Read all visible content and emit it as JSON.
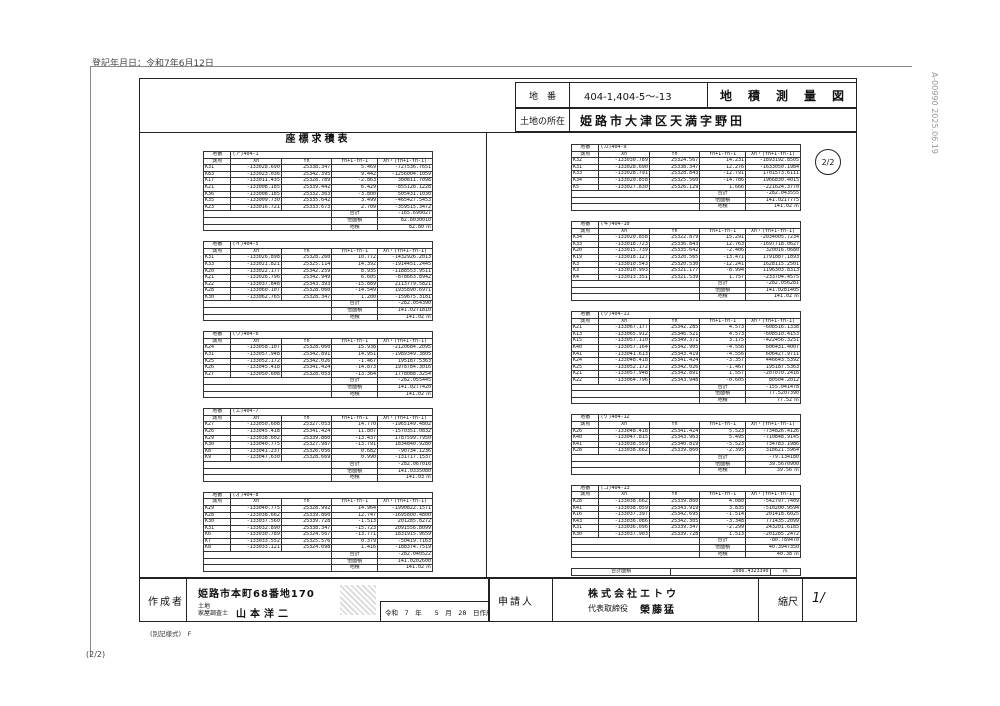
{
  "registration_date": "登記年月日：令和7年6月12日",
  "page_footer": "(2/2)",
  "side_stamp": "A-00990 2025.06.19",
  "header": {
    "chiban_label": "地　番",
    "chiban_value": "404-1,404-5〜-13",
    "title": "地　積　測　量　図",
    "location_label": "土地の所在",
    "location_value": "姫路市大津区天満字野田"
  },
  "page_circle": "2/2",
  "left_title": "座標求積表",
  "col_headers": [
    "測点",
    "Xn",
    "Yn",
    "Yn+1-Yn-1",
    "Xn・(Yn+1-Yn-1)"
  ],
  "label_sokuten": "測点",
  "label_chiban": "地番",
  "label_gokei": "合計",
  "label_baimen": "倍面積",
  "label_menseki": "地積",
  "label_gokei_menseki": "合計面積",
  "blocks_left": [
    {
      "name": "(ア)404-1",
      "rows": [
        [
          "K31",
          "-133028.690",
          "25338.347",
          "5.469",
          "-727536.7651"
        ],
        [
          "K83",
          "-133023.036",
          "25342.395",
          "9.442",
          "-1256004.1059"
        ],
        [
          "K17",
          "-133011.435",
          "25328.789",
          "-2.863",
          "380811.7098"
        ],
        [
          "K21",
          "-133008.185",
          "25339.442",
          "6.429",
          "-855128.1228"
        ],
        [
          "K36",
          "-133008.185",
          "25332.363",
          "-3.800",
          "505431.1030"
        ],
        [
          "K35",
          "-133009.730",
          "25335.642",
          "3.499",
          "-465427.5453"
        ],
        [
          "K23",
          "-133016.721",
          "25333.673",
          "2.709",
          "-359515.3472"
        ]
      ],
      "sum": "-165.690027",
      "dbl": "82.8030010",
      "area": "82.80"
    },
    {
      "name": "(イ)404-5",
      "rows": [
        [
          "K31",
          "-133026.898",
          "25328.260",
          "10.772",
          "-1432926.2013"
        ],
        [
          "K33",
          "-133021.821",
          "25325.114",
          "14.392",
          "-1914451.2445"
        ],
        [
          "K20",
          "-133022.177",
          "25342.259",
          "8.935",
          "-1188553.9511"
        ],
        [
          "K21",
          "-133026.796",
          "25342.949",
          "6.605",
          "-878663.8942"
        ],
        [
          "K22",
          "-133037.848",
          "25343.393",
          "-15.889",
          "2113779.5821"
        ],
        [
          "K28",
          "-133060.107",
          "25328.060",
          "-14.549",
          "1935890.6971"
        ],
        [
          "K30",
          "-133062.765",
          "25328.347",
          "1.200",
          "-159675.3181"
        ]
      ],
      "sum": "-282.054390",
      "dbl": "141.0271810",
      "area": "141.02"
    },
    {
      "name": "(ウ)404-6",
      "rows": [
        [
          "K24",
          "-133058.107",
          "25328.060",
          "15.938",
          "-2120684.2095"
        ],
        [
          "K31",
          "-133057.948",
          "25342.891",
          "14.951",
          "-1989349.3805"
        ],
        [
          "K25",
          "-133052.172",
          "25342.026",
          "-1.467",
          "195187.5363"
        ],
        [
          "K26",
          "-133045.418",
          "25341.424",
          "-14.873",
          "1978784.3016"
        ],
        [
          "K27",
          "-133050.608",
          "25328.053",
          "-13.364",
          "1778088.3254"
        ]
      ],
      "sum": "-282.055445",
      "dbl": "141.0277420",
      "area": "141.02"
    },
    {
      "name": "(エ)404-7",
      "rows": [
        [
          "K27",
          "-133050.608",
          "25327.053",
          "14.770",
          "-1965149.4802"
        ],
        [
          "K26",
          "-133045.418",
          "25341.424",
          "11.807",
          "-1570351.0832"
        ],
        [
          "K29",
          "-133038.602",
          "25339.860",
          "-13.437",
          "1787599.7950"
        ],
        [
          "K30",
          "-133040.775",
          "25327.987",
          "-13.791",
          "1834840.9280"
        ],
        [
          "K8",
          "-133041.237",
          "25326.056",
          "0.682",
          "-90734.1236"
        ],
        [
          "K9",
          "-133047.630",
          "25328.669",
          "0.990",
          "-131717.1537"
        ]
      ],
      "sum": "-282.067016",
      "dbl": "141.0335080",
      "area": "141.03"
    },
    {
      "name": "(オ)404-8",
      "rows": [
        [
          "K29",
          "-133040.775",
          "25328.992",
          "14.964",
          "-1990822.1571"
        ],
        [
          "K28",
          "-133038.662",
          "25339.860",
          "12.747",
          "-1695800.4800"
        ],
        [
          "K30",
          "-133037.560",
          "25339.728",
          "-1.513",
          "201285.8272"
        ],
        [
          "K31",
          "-133032.890",
          "25338.347",
          "-15.723",
          "2091556.8099"
        ],
        [
          "K6",
          "-133030.789",
          "25324.567",
          "-13.771",
          "1831915.9659"
        ],
        [
          "K7",
          "-133033.552",
          "25325.576",
          "0.379",
          "-50419.7163"
        ],
        [
          "K8",
          "-133033.121",
          "25324.098",
          "1.416",
          "-188374.7519"
        ]
      ],
      "sum": "-282.040522",
      "dbl": "141.0202600",
      "area": "141.02"
    }
  ],
  "blocks_right": [
    {
      "name": "(カ)404-9",
      "rows": [
        [
          "K32",
          "-133030.789",
          "25324.567",
          "14.231",
          "-1893192.8505"
        ],
        [
          "K31",
          "-133028.690",
          "25338.347",
          "12.276",
          "-1633050.1984"
        ],
        [
          "K33",
          "-133028.791",
          "25328.843",
          "-12.791",
          "1701573.6111"
        ],
        [
          "K34",
          "-133020.858",
          "25325.560",
          "-14.786",
          "1966830.4015"
        ],
        [
          "K5",
          "-133027.830",
          "25326.129",
          "1.666",
          "-221624.3770"
        ]
      ],
      "sum": "-282.043555",
      "dbl": "141.0217775",
      "area": "141.02"
    },
    {
      "name": "(キ)404-10",
      "rows": [
        [
          "K34",
          "-133020.858",
          "25322.879",
          "15.291",
          "-2034005.7234"
        ],
        [
          "K33",
          "-133018.723",
          "25336.843",
          "12.763",
          "-1697718.0627"
        ],
        [
          "K20",
          "-133015.739",
          "25335.642",
          "-2.406",
          "320016.0680"
        ],
        [
          "K19",
          "-133018.127",
          "25320.565",
          "-13.471",
          "1791887.1893"
        ],
        [
          "K3",
          "-133010.543",
          "25320.530",
          "-12.241",
          "1628115.2501"
        ],
        [
          "K3",
          "-133010.993",
          "25321.177",
          "-8.994",
          "1196303.8313"
        ],
        [
          "K4",
          "-133013.351",
          "25321.539",
          "1.757",
          "-233704.4575"
        ]
      ],
      "sum": "-282.056281",
      "dbl": "141.0281405",
      "area": "141.02"
    },
    {
      "name": "(ク)404-11",
      "rows": [
        [
          "K21",
          "-133067.177",
          "25342.285",
          "4.573",
          "-608516.1338"
        ],
        [
          "K13",
          "-133065.912",
          "25346.521",
          "4.573",
          "-608510.4153"
        ],
        [
          "K15",
          "-133057.110",
          "25349.371",
          "3.175",
          "-422456.3251"
        ],
        [
          "K40",
          "-133057.164",
          "25342.905",
          "-4.556",
          "606431.4007"
        ],
        [
          "K41",
          "-133041.613",
          "25343.419",
          "-4.556",
          "606427.9711"
        ],
        [
          "K24",
          "-133048.418",
          "25341.424",
          "-3.357",
          "446643.5392"
        ],
        [
          "K25",
          "-133052.172",
          "25342.026",
          "-1.467",
          "195187.5363"
        ],
        [
          "K21",
          "-133057.948",
          "25342.891",
          "1.557",
          "-207070.2416"
        ],
        [
          "K22",
          "-133064.796",
          "25343.948",
          "-0.605",
          "80504.2012"
        ]
      ],
      "sum": "-155.041478",
      "dbl": "77.5207390",
      "area": "77.52"
    },
    {
      "name": "(ケ)404-12",
      "rows": [
        [
          "K26",
          "-133048.418",
          "25341.424",
          "5.523",
          "-734826.4126"
        ],
        [
          "K40",
          "-133047.815",
          "25343.963",
          "5.495",
          "-710848.9145"
        ],
        [
          "K41",
          "-133038.559",
          "25340.819",
          "-5.523",
          "734783.1986"
        ],
        [
          "K28",
          "-133038.662",
          "25339.860",
          "-2.395",
          "318621.5964"
        ]
      ],
      "sum": "-79.134180",
      "dbl": "39.5670900",
      "area": "39.56"
    },
    {
      "name": "(コ)404-13",
      "rows": [
        [
          "K28",
          "-133038.662",
          "25339.860",
          "4.080",
          "-542797.7409"
        ],
        [
          "K41",
          "-133038.059",
          "25343.919",
          "3.835",
          "-510200.9594"
        ],
        [
          "K16",
          "-133037.397",
          "25342.695",
          "-1.514",
          "201418.6025"
        ],
        [
          "K43",
          "-133036.086",
          "25342.305",
          "-3.348",
          "771435.2099"
        ],
        [
          "K31",
          "-133036.096",
          "25339.347",
          "-2.299",
          "243201.6185"
        ],
        [
          "K30",
          "-133037.903",
          "25339.728",
          "1.513",
          "-201285.2472"
        ]
      ],
      "sum": "-80.789470",
      "dbl": "40.3947350",
      "area": "40.38"
    }
  ],
  "total_area_value": "1086.4323390",
  "unit_sqm": "㎡",
  "footer": {
    "author_label": "作成者",
    "author_address": "姫路市本町68番地170",
    "author_title_1": "土地",
    "author_title_2": "家屋調査士",
    "author_name": "山本洋二",
    "date_text": "令和　7　年　　5　月　28　日作成",
    "applicant_label": "申請人",
    "company_name": "株式会社エトウ",
    "rep_title": "代表取締役",
    "rep_name": "榮藤猛",
    "scale_label": "縮尺",
    "scale_value": "1/"
  },
  "bottom_note": "(別記様式)　F"
}
